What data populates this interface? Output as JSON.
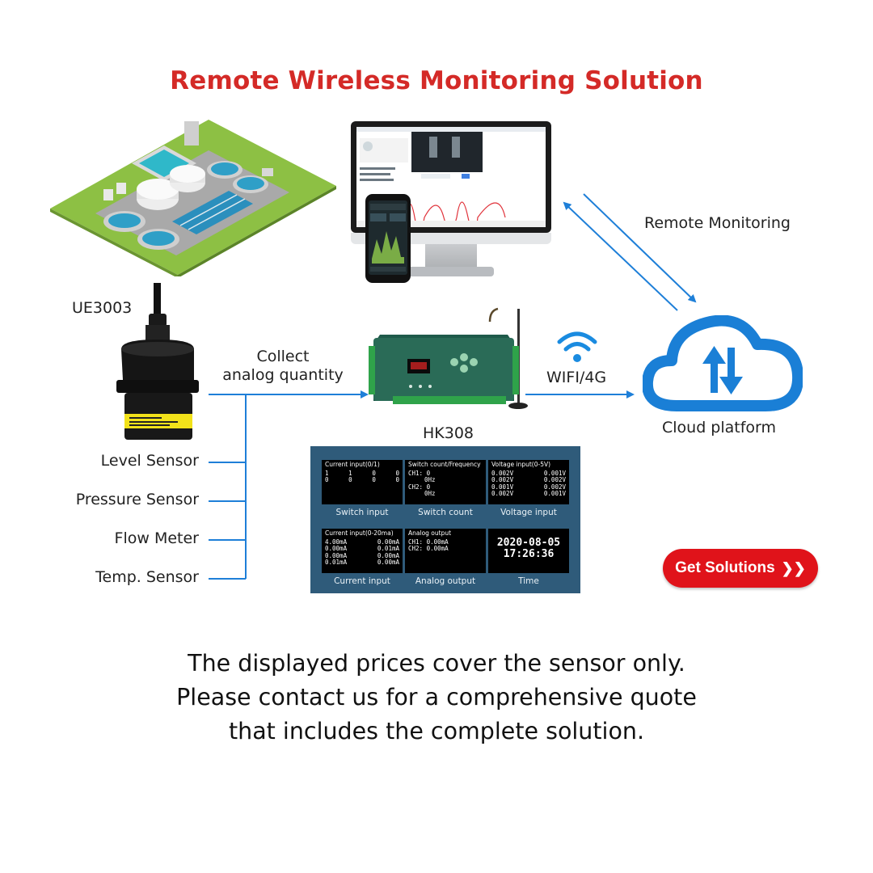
{
  "title": "Remote Wireless Monitoring Solution",
  "sensor_model": "UE3003",
  "controller_model": "HK308",
  "collect_line1": "Collect",
  "collect_line2": "analog quantity",
  "wifi_label": "WIFI/4G",
  "remote_label": "Remote Monitoring",
  "cloud_label": "Cloud platform",
  "sensors": [
    "Level Sensor",
    "Pressure Sensor",
    "Flow Meter",
    "Temp. Sensor"
  ],
  "panel": {
    "cells": [
      {
        "header": "Current input(0/1)",
        "caption": "Switch input",
        "rows": [
          [
            "1",
            "1",
            "0",
            "0"
          ],
          [
            "0",
            "0",
            "0",
            "0"
          ]
        ]
      },
      {
        "header": "Switch count/Frequency",
        "caption": "Switch count",
        "rows": [
          [
            "CH1: 0"
          ],
          [
            "0Hz"
          ],
          [
            "CH2: 0"
          ],
          [
            "0Hz"
          ]
        ]
      },
      {
        "header": "Voltage input(0-5V)",
        "caption": "Voltage input",
        "rows": [
          [
            "0.002V",
            "0.001V"
          ],
          [
            "0.002V",
            "0.002V"
          ],
          [
            "0.001V",
            "0.002V"
          ],
          [
            "0.002V",
            "0.001V"
          ]
        ]
      },
      {
        "header": "Current input(0-20ma)",
        "caption": "Current input",
        "rows": [
          [
            "4.00mA",
            "0.00mA"
          ],
          [
            "0.00mA",
            "0.01mA"
          ],
          [
            "0.00mA",
            "0.00mA"
          ],
          [
            "0.01mA",
            "0.00mA"
          ]
        ]
      },
      {
        "header": "Analog output",
        "caption": "Analog output",
        "rows": [
          [
            "CH1: 0.00mA"
          ],
          [
            "CH2: 0.00mA"
          ]
        ]
      },
      {
        "header": "",
        "caption": "Time",
        "rows": [
          [
            "2020-08-05"
          ],
          [
            "17:26:36"
          ]
        ]
      }
    ]
  },
  "button": {
    "label": "Get Solutions",
    "arrow": "❯❯"
  },
  "note_lines": [
    "The displayed prices cover the sensor only.",
    "Please contact us for a comprehensive quote",
    "that includes the complete solution."
  ],
  "icons": {
    "plant": "water-treatment-plant-icon",
    "sensor": "ultrasonic-sensor-icon",
    "controller": "controller-device-icon",
    "wifi": "wifi-icon",
    "cloud": "cloud-icon"
  },
  "colors": {
    "title": "#d42a27",
    "line": "#1e7fd8",
    "cloud": "#1a7fd6",
    "button": "#e0131a",
    "panel": "#2f5b7a"
  }
}
